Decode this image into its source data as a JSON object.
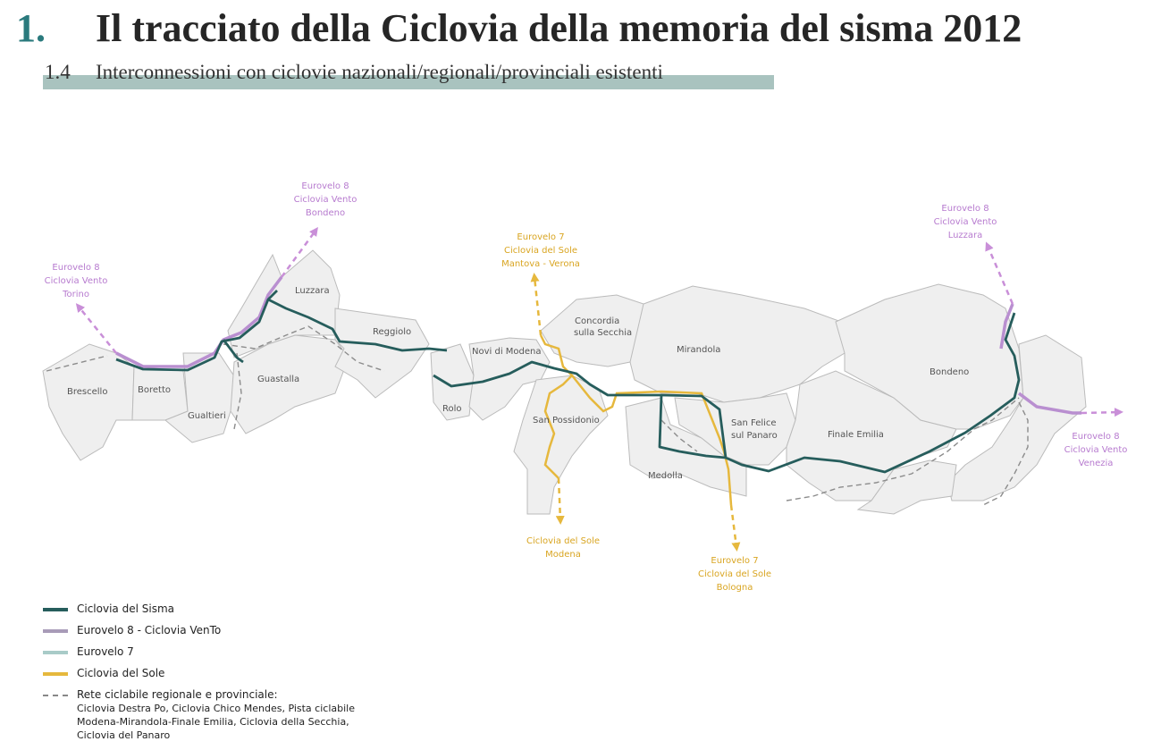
{
  "header": {
    "number": "1.",
    "title": "Il tracciato della Ciclovia della memoria del sisma 2012",
    "sub_number": "1.4",
    "subtitle": "Interconnessioni con ciclovie nazionali/regionali/provinciali esistenti"
  },
  "map": {
    "towns": {
      "brescello": "Brescello",
      "boretto": "Boretto",
      "gualtieri": "Gualtieri",
      "guastalla": "Guastalla",
      "luzzara": "Luzzara",
      "reggiolo": "Reggiolo",
      "rolo": "Rolo",
      "novi": "Novi di Modena",
      "concordia_1": "Concordia",
      "concordia_2": "sulla Secchia",
      "san_possidonio": "San Possidonio",
      "mirandola": "Mirandola",
      "medolla": "Medolla",
      "san_felice_1": "San Felice",
      "san_felice_2": "sul Panaro",
      "finale": "Finale Emilia",
      "bondeno": "Bondeno"
    },
    "connections": {
      "torino": [
        "Eurovelo 8",
        "Ciclovia Vento",
        "Torino"
      ],
      "bondeno": [
        "Eurovelo 8",
        "Ciclovia Vento",
        "Bondeno"
      ],
      "mantova": [
        "Eurovelo 7",
        "Ciclovia del Sole",
        "Mantova - Verona"
      ],
      "luzzara": [
        "Eurovelo 8",
        "Ciclovia Vento",
        "Luzzara"
      ],
      "venezia": [
        "Eurovelo 8",
        "Ciclovia Vento",
        "Venezia"
      ],
      "modena": [
        "Ciclovia del Sole",
        "Modena"
      ],
      "bologna": [
        "Eurovelo 7",
        "Ciclovia del Sole",
        "Bologna"
      ]
    },
    "colors": {
      "sisma": "#265d5c",
      "vento": "#b98fd0",
      "eurovelo7": "#a9cbc8",
      "sole": "#e6b83d",
      "regional": "#8c8c8c",
      "municipality_fill": "#efefef",
      "municipality_border": "#bbbbbb"
    }
  },
  "legend": {
    "items": [
      {
        "label": "Ciclovia del Sisma",
        "color": "#265d5c"
      },
      {
        "label": "Eurovelo 8 - Ciclovia VenTo",
        "color": "#a89bb8"
      },
      {
        "label": "Eurovelo 7",
        "color": "#a9cbc8"
      },
      {
        "label": "Ciclovia del Sole",
        "color": "#e6b83d"
      },
      {
        "label": "Rete ciclabile regionale e provinciale:",
        "color": "#888888"
      }
    ],
    "note": [
      "Ciclovia Destra Po, Ciclovia Chico Mendes, Pista ciclabile",
      "Modena-Mirandola-Finale Emilia, Ciclovia della Secchia,",
      "Ciclovia del Panaro"
    ]
  }
}
